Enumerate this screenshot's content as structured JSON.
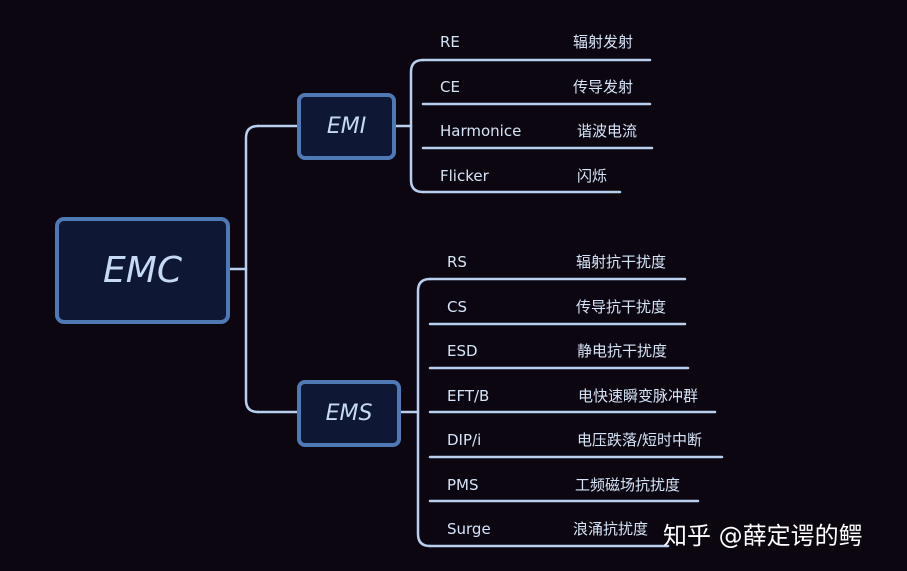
{
  "root": {
    "label": "EMC"
  },
  "branches": [
    {
      "label": "EMI",
      "leaves": [
        {
          "name": "RE",
          "desc": "辐射发射"
        },
        {
          "name": "CE",
          "desc": "传导发射"
        },
        {
          "name": "Harmonice",
          "desc": "谐波电流"
        },
        {
          "name": "Flicker",
          "desc": "闪烁"
        }
      ]
    },
    {
      "label": "EMS",
      "leaves": [
        {
          "name": "RS",
          "desc": "辐射抗干扰度"
        },
        {
          "name": "CS",
          "desc": "传导抗干扰度"
        },
        {
          "name": "ESD",
          "desc": "静电抗干扰度"
        },
        {
          "name": "EFT/B",
          "desc": "电快速瞬变脉冲群"
        },
        {
          "name": "DIP/i",
          "desc": "电压跌落/短时中断"
        },
        {
          "name": "PMS",
          "desc": "工频磁场抗扰度"
        },
        {
          "name": "Surge",
          "desc": "浪涌抗扰度"
        }
      ]
    }
  ],
  "watermark": "知乎 @薛定谔的鳄",
  "colors": {
    "background": "#0b0610",
    "node_fill": "#0e1733",
    "node_border": "#4f79b4",
    "line": "#b9cfee",
    "text": "#d6e4f7"
  }
}
